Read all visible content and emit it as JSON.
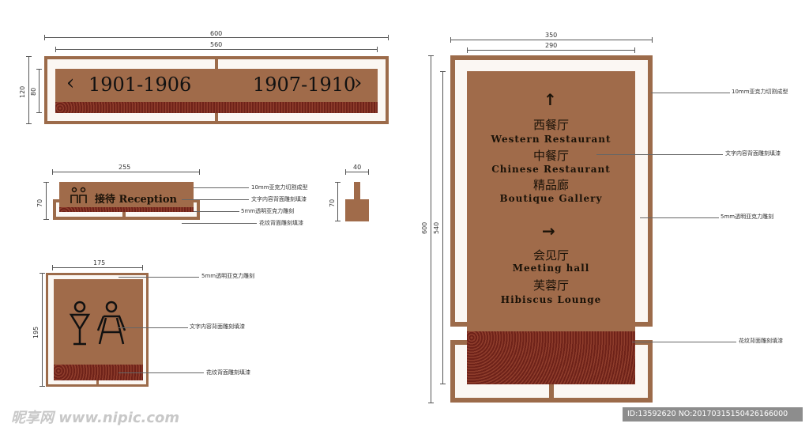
{
  "banner": {
    "dim_total": "600",
    "dim_inner": "560",
    "dim_height_outer": "120",
    "dim_height_inner": "80",
    "left_arrow": "‹",
    "left_years": "1901-1906",
    "right_years": "1907-1910",
    "right_arrow": "›"
  },
  "reception": {
    "dim_width": "255",
    "dim_height": "70",
    "label": "接待 Reception",
    "side_dim_width": "40",
    "side_dim_height": "70",
    "notes": [
      "10mm亚克力切割成型",
      "文字内容背面雕刻填漆",
      "5mm透明亚克力雕刻",
      "花纹背面雕刻填漆"
    ]
  },
  "restroom": {
    "dim_width": "175",
    "dim_height": "195",
    "notes": [
      "5mm透明亚克力雕刻",
      "文字内容背面雕刻填漆",
      "花纹背面雕刻填漆"
    ]
  },
  "directory": {
    "dim_outer_width": "350",
    "dim_inner_width": "290",
    "dim_outer_height": "600",
    "dim_inner_height": "540",
    "up_arrow": "↑",
    "group1": [
      {
        "cn": "西餐厅",
        "en": "Western Restaurant"
      },
      {
        "cn": "中餐厅",
        "en": "Chinese Restaurant"
      },
      {
        "cn": "精品廊",
        "en": "Boutique Gallery"
      }
    ],
    "right_arrow": "→",
    "group2": [
      {
        "cn": "会见厅",
        "en": "Meeting hall"
      },
      {
        "cn": "芙蓉厅",
        "en": "Hibiscus Lounge"
      }
    ],
    "notes": [
      "10mm亚克力切割成型",
      "文字内容背面雕刻填漆",
      "5mm透明亚克力雕刻",
      "花纹背面雕刻填漆"
    ]
  },
  "watermark": {
    "logo": "昵享网 www.nipic.com",
    "id_text": "ID:13592620 NO:20170315150426166000"
  },
  "colors": {
    "plate": "#a06b4a",
    "frame": "#9c6b4a",
    "band": "#7c2a22"
  }
}
